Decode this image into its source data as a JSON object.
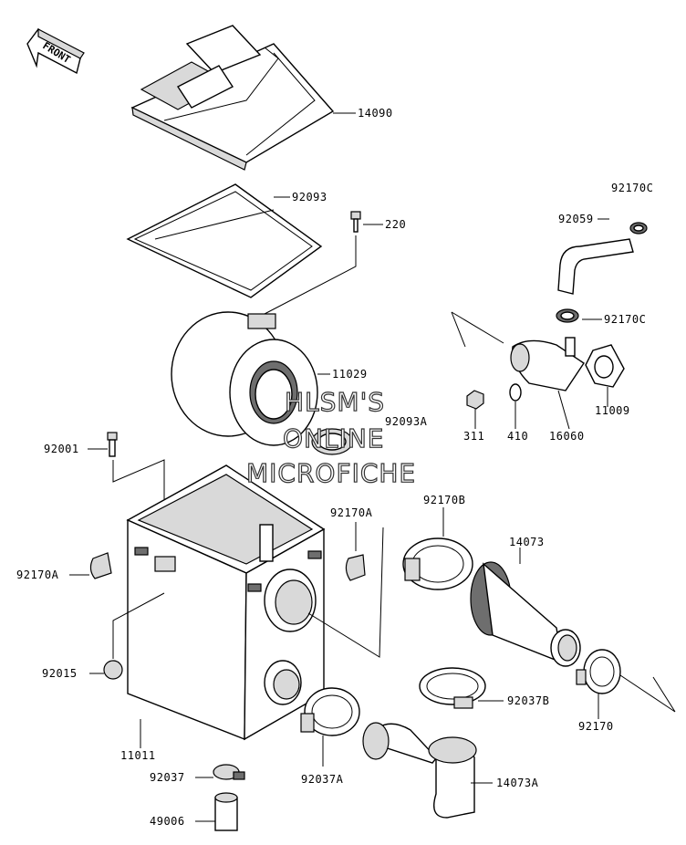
{
  "front_label": "FRONT",
  "watermark": [
    "HLSM'S",
    "ONLINE",
    "MICROFICHE"
  ],
  "parts": {
    "p14090": "14090",
    "p92093": "92093",
    "p220": "220",
    "p92170C_top": "92170C",
    "p92059": "92059",
    "p92170C_bot": "92170C",
    "p11029": "11029",
    "p92093A": "92093A",
    "p11009": "11009",
    "p311": "311",
    "p410": "410",
    "p16060": "16060",
    "p92001": "92001",
    "p92170A_left": "92170A",
    "p92170A_mid": "92170A",
    "p92170B": "92170B",
    "p14073": "14073",
    "p92015": "92015",
    "p92037B": "92037B",
    "p92170": "92170",
    "p11011": "11011",
    "p92037A": "92037A",
    "p14073A": "14073A",
    "p92037": "92037",
    "p49006": "49006"
  }
}
